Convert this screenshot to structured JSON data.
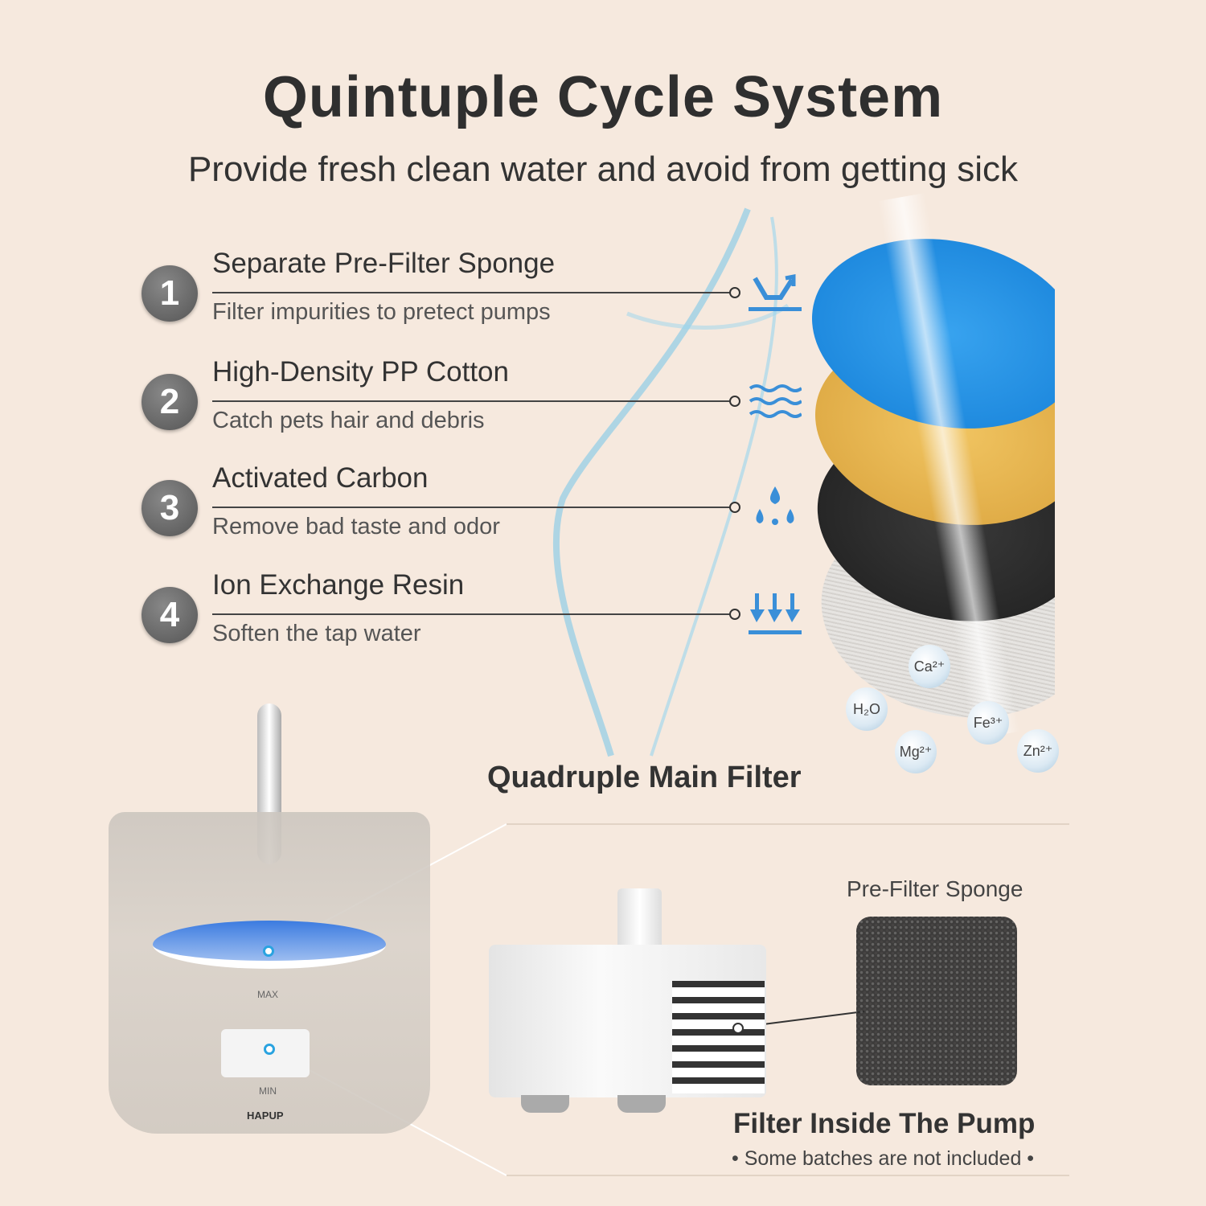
{
  "header": {
    "title": "Quintuple Cycle System",
    "subtitle": "Provide fresh clean water and avoid from getting sick"
  },
  "steps": [
    {
      "number": "1",
      "title": "Separate Pre-Filter Sponge",
      "description": "Filter impurities to pretect pumps",
      "icon": "water-flow-icon"
    },
    {
      "number": "2",
      "title": "High-Density PP Cotton",
      "description": "Catch pets hair and debris",
      "icon": "waves-icon"
    },
    {
      "number": "3",
      "title": "Activated Carbon",
      "description": "Remove bad taste and odor",
      "icon": "water-drops-icon"
    },
    {
      "number": "4",
      "title": "Ion Exchange Resin",
      "description": "Soften the tap water",
      "icon": "down-arrows-icon"
    }
  ],
  "filter_layers_colors": [
    "#1e8fe0",
    "#e8b44a",
    "#2a2a2a",
    "#e4e2df"
  ],
  "ions": [
    "Ca²⁺",
    "H₂O",
    "Fe³⁺",
    "Mg²⁺",
    "Zn²⁺"
  ],
  "main_filter_label": "Quadruple Main Filter",
  "fountain": {
    "brand": "HAPUP",
    "max_label": "MAX",
    "min_label": "MIN"
  },
  "pump": {
    "pre_filter_label": "Pre-Filter Sponge",
    "title": "Filter Inside The Pump",
    "note": "• Some batches are not included •"
  },
  "colors": {
    "background": "#f6e9de",
    "accent_blue": "#3a8fd8",
    "text": "#333333"
  }
}
